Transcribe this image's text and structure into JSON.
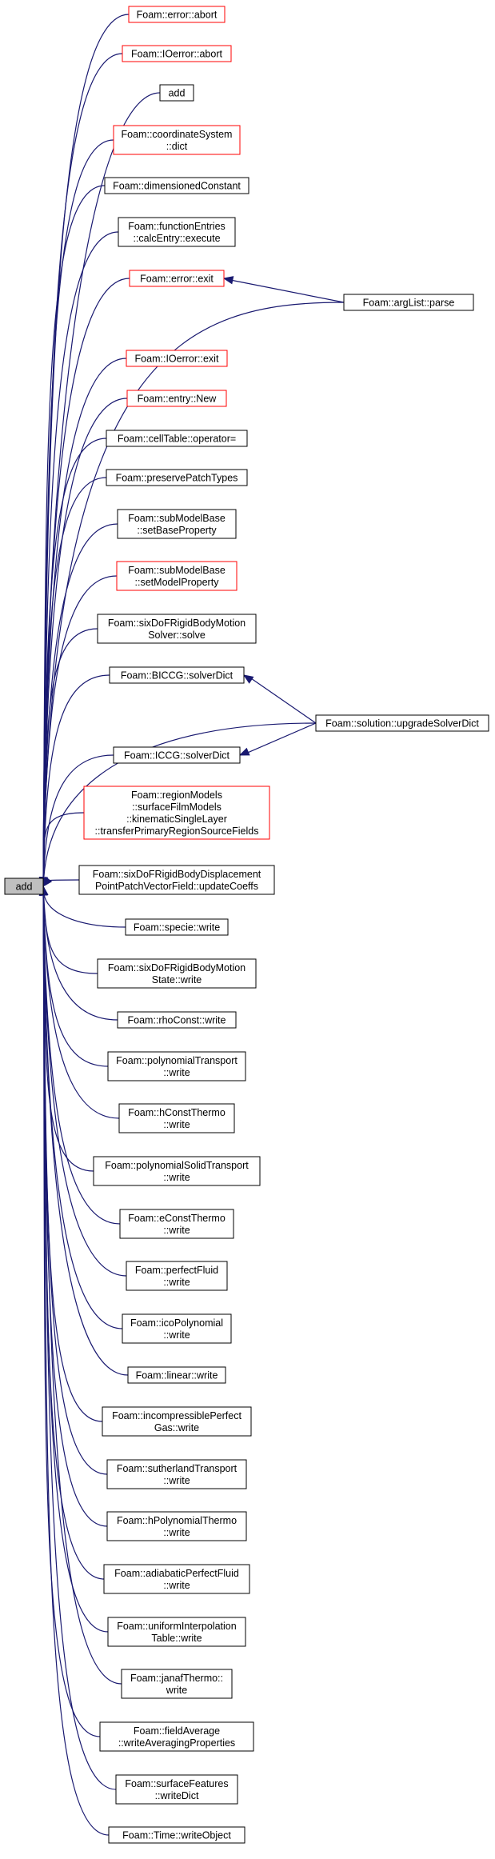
{
  "graph": {
    "root": "add",
    "colors": {
      "edge": "#191970",
      "border_default": "#000000",
      "border_truncated": "#ff0000",
      "root_fill": "#bfbfbf"
    },
    "nodes": [
      {
        "id": "n0",
        "lines": [
          "Foam::error::abort"
        ],
        "truncated": true
      },
      {
        "id": "n1",
        "lines": [
          "Foam::IOerror::abort"
        ],
        "truncated": true
      },
      {
        "id": "n2",
        "lines": [
          "add"
        ],
        "truncated": false
      },
      {
        "id": "n3",
        "lines": [
          "Foam::coordinateSystem",
          "::dict"
        ],
        "truncated": true
      },
      {
        "id": "n4",
        "lines": [
          "Foam::dimensionedConstant"
        ],
        "truncated": false
      },
      {
        "id": "n5",
        "lines": [
          "Foam::functionEntries",
          "::calcEntry::execute"
        ],
        "truncated": false
      },
      {
        "id": "n6",
        "lines": [
          "Foam::error::exit"
        ],
        "truncated": true
      },
      {
        "id": "n7",
        "lines": [
          "Foam::IOerror::exit"
        ],
        "truncated": true
      },
      {
        "id": "n8",
        "lines": [
          "Foam::entry::New"
        ],
        "truncated": true
      },
      {
        "id": "n9",
        "lines": [
          "Foam::cellTable::operator="
        ],
        "truncated": false
      },
      {
        "id": "n10",
        "lines": [
          "Foam::preservePatchTypes"
        ],
        "truncated": false
      },
      {
        "id": "n11",
        "lines": [
          "Foam::subModelBase",
          "::setBaseProperty"
        ],
        "truncated": false
      },
      {
        "id": "n12",
        "lines": [
          "Foam::subModelBase",
          "::setModelProperty"
        ],
        "truncated": true
      },
      {
        "id": "n13",
        "lines": [
          "Foam::sixDoFRigidBodyMotion",
          "Solver::solve"
        ],
        "truncated": false
      },
      {
        "id": "n14",
        "lines": [
          "Foam::BICCG::solverDict"
        ],
        "truncated": false
      },
      {
        "id": "n15",
        "lines": [
          "Foam::ICCG::solverDict"
        ],
        "truncated": false
      },
      {
        "id": "n16",
        "lines": [
          "Foam::regionModels",
          "::surfaceFilmModels",
          "::kinematicSingleLayer",
          "::transferPrimaryRegionSourceFields"
        ],
        "truncated": true
      },
      {
        "id": "n17",
        "lines": [
          "Foam::sixDoFRigidBodyDisplacement",
          "PointPatchVectorField::updateCoeffs"
        ],
        "truncated": false
      },
      {
        "id": "n18",
        "lines": [
          "Foam::specie::write"
        ],
        "truncated": false
      },
      {
        "id": "n19",
        "lines": [
          "Foam::sixDoFRigidBodyMotion",
          "State::write"
        ],
        "truncated": false
      },
      {
        "id": "n20",
        "lines": [
          "Foam::rhoConst::write"
        ],
        "truncated": false
      },
      {
        "id": "n21",
        "lines": [
          "Foam::polynomialTransport",
          "::write"
        ],
        "truncated": false
      },
      {
        "id": "n22",
        "lines": [
          "Foam::hConstThermo",
          "::write"
        ],
        "truncated": false
      },
      {
        "id": "n23",
        "lines": [
          "Foam::polynomialSolidTransport",
          "::write"
        ],
        "truncated": false
      },
      {
        "id": "n24",
        "lines": [
          "Foam::eConstThermo",
          "::write"
        ],
        "truncated": false
      },
      {
        "id": "n25",
        "lines": [
          "Foam::perfectFluid",
          "::write"
        ],
        "truncated": false
      },
      {
        "id": "n26",
        "lines": [
          "Foam::icoPolynomial",
          "::write"
        ],
        "truncated": false
      },
      {
        "id": "n27",
        "lines": [
          "Foam::linear::write"
        ],
        "truncated": false
      },
      {
        "id": "n28",
        "lines": [
          "Foam::incompressiblePerfect",
          "Gas::write"
        ],
        "truncated": false
      },
      {
        "id": "n29",
        "lines": [
          "Foam::sutherlandTransport",
          "::write"
        ],
        "truncated": false
      },
      {
        "id": "n30",
        "lines": [
          "Foam::hPolynomialThermo",
          "::write"
        ],
        "truncated": false
      },
      {
        "id": "n31",
        "lines": [
          "Foam::adiabaticPerfectFluid",
          "::write"
        ],
        "truncated": false
      },
      {
        "id": "n32",
        "lines": [
          "Foam::uniformInterpolation",
          "Table::write"
        ],
        "truncated": false
      },
      {
        "id": "n33",
        "lines": [
          "Foam::janafThermo::",
          "write"
        ],
        "truncated": false
      },
      {
        "id": "n34",
        "lines": [
          "Foam::fieldAverage",
          "::writeAveragingProperties"
        ],
        "truncated": false
      },
      {
        "id": "n35",
        "lines": [
          "Foam::surfaceFeatures",
          "::writeDict"
        ],
        "truncated": false
      },
      {
        "id": "n36",
        "lines": [
          "Foam::Time::writeObject"
        ],
        "truncated": false
      },
      {
        "id": "p0",
        "lines": [
          "Foam::argList::parse"
        ],
        "truncated": false
      },
      {
        "id": "p1",
        "lines": [
          "Foam::solution::upgradeSolverDict"
        ],
        "truncated": false
      }
    ],
    "edges": [
      {
        "from": "p0",
        "to": "n6"
      },
      {
        "from": "p0",
        "to": "root"
      },
      {
        "from": "p1",
        "to": "n14"
      },
      {
        "from": "p1",
        "to": "root"
      },
      {
        "from": "p1",
        "to": "n15"
      }
    ]
  }
}
